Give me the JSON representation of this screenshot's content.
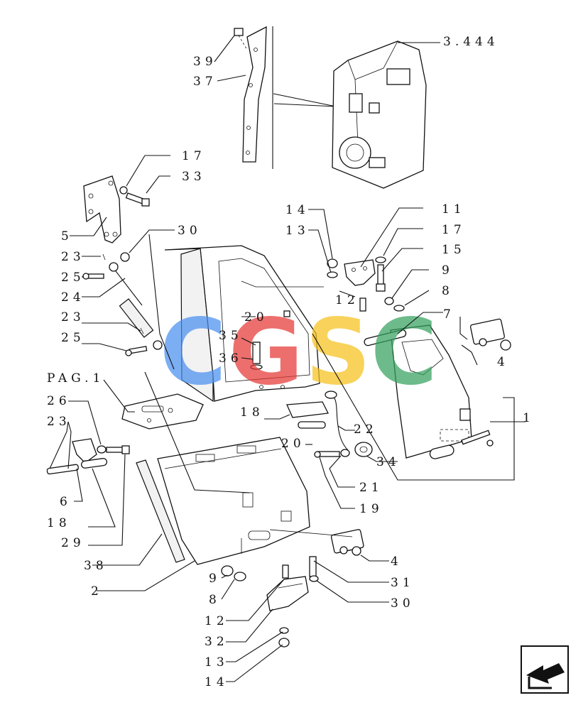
{
  "diagram": {
    "labels": {
      "l39": "39",
      "l37": "37",
      "l3444": "3.444",
      "l17a": "17",
      "l33": "33",
      "l5": "5",
      "l30a": "30",
      "l23a": "23",
      "l25a": "25",
      "l24": "24",
      "l23b": "23",
      "l25b": "25",
      "l14a": "14",
      "l13a": "13",
      "l11": "11",
      "l17b": "17",
      "l15": "15",
      "l9a": "9",
      "l8a": "8",
      "l12a": "12",
      "l7": "7",
      "l4a": "4",
      "l20a": "20",
      "l35": "35",
      "l36": "36",
      "l1": "1",
      "lpag": "PAG.1",
      "l26": "26",
      "l23c": "23",
      "l6": "6",
      "l18a": "18",
      "l29": "29",
      "l18b": "18",
      "l22": "22",
      "l20b": "20",
      "l34": "34",
      "l21": "21",
      "l19": "19",
      "l38": "38",
      "l2": "2",
      "l4b": "4",
      "l9b": "9",
      "l31": "31",
      "l8b": "8",
      "l30b": "30",
      "l12b": "12",
      "l32": "32",
      "l13b": "13",
      "l14b": "14"
    },
    "watermark": {
      "letters": [
        "C",
        "G",
        "S",
        "C"
      ],
      "colors": [
        "#4a8ff0",
        "#e53935",
        "#f6c21c",
        "#36a15f"
      ]
    },
    "nav_icon": "arrow-back-icon"
  }
}
